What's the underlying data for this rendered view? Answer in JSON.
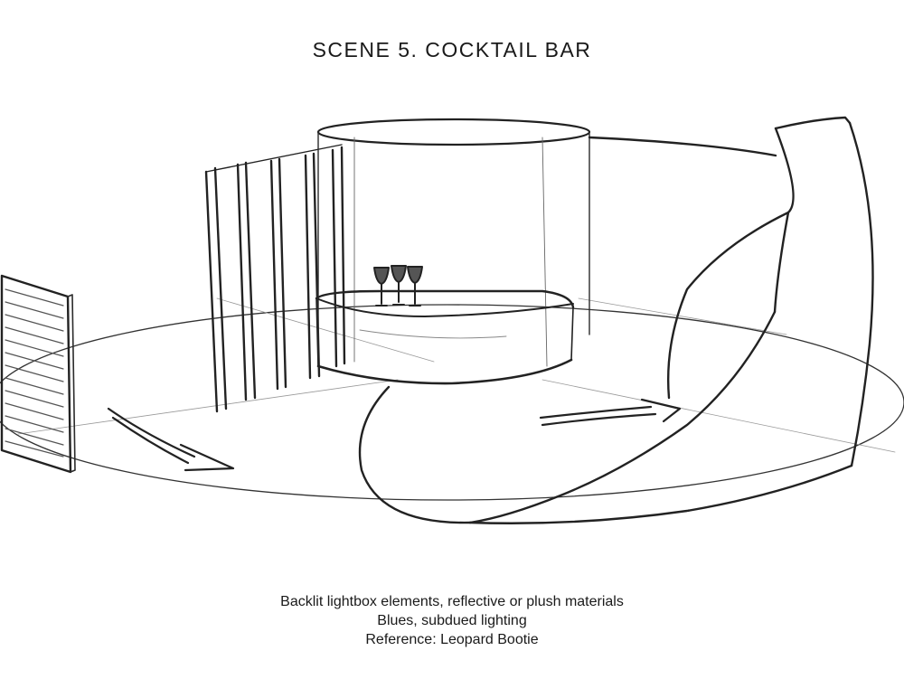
{
  "title": "SCENE 5. COCKTAIL BAR",
  "notes": [
    "Backlit lightbox elements, reflective or plush materials",
    "Blues, subdued lighting",
    "Reference: Leopard Bootie"
  ],
  "colors": {
    "ink": "#1a1a1a",
    "pencil": "#2b2b2b",
    "paper": "#ffffff"
  }
}
